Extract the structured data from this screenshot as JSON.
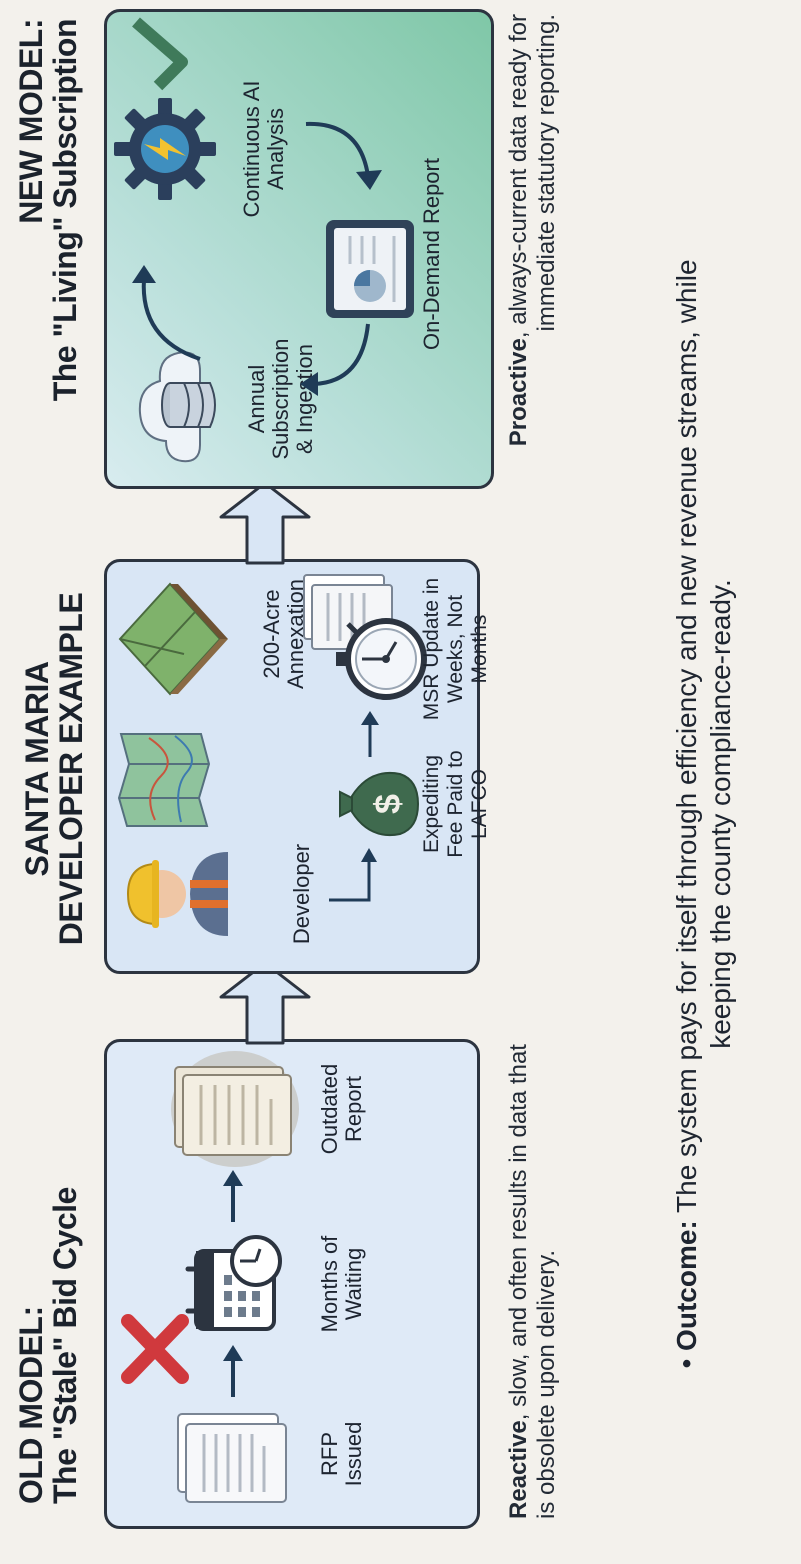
{
  "old_model": {
    "title_line1": "OLD MODEL:",
    "title_line2": "The \"Stale\" Bid Cycle",
    "steps": [
      {
        "label": "RFP Issued"
      },
      {
        "label": "Months of Waiting"
      },
      {
        "label": "Outdated Report"
      }
    ],
    "desc_bold": "Reactive",
    "desc_rest": ", slow, and often results in data that is obsolete upon delivery."
  },
  "developer": {
    "title_line1": "SANTA MARIA",
    "title_line2": "DEVELOPER EXAMPLE",
    "developer_label": "Developer",
    "annexation_label": "200-Acre Annexation",
    "fee_label": "Expediting Fee Paid to LAFCO",
    "msr_label": "MSR Update in Weeks, Not Months",
    "fee_symbol": "$"
  },
  "new_model": {
    "title_line1": "NEW MODEL:",
    "title_line2": "The \"Living\" Subscription",
    "ingestion_label": "Annual Subscription & Ingestion",
    "analysis_label": "Continuous AI Analysis",
    "report_label": "On-Demand Report",
    "desc_bold": "Proactive",
    "desc_rest": ", always-current data ready for immediate statutory reporting."
  },
  "outcome": {
    "bullet": "•",
    "label": "Outcome:",
    "text": "The system pays for itself through efficiency and new revenue streams, while keeping the county compliance-ready."
  },
  "colors": {
    "panel_old": "#dfeaf7",
    "panel_dev": "#d9e6f5",
    "panel_new_start": "#d8ecef",
    "panel_new_end": "#7fc7a7",
    "arrow_dark": "#1f3b57",
    "x_red": "#d0393d",
    "money_green": "#3f6a4e"
  },
  "icons": [
    "document-icon",
    "calendar-clock-icon",
    "outdated-report-icon",
    "red-x-icon",
    "developer-icon",
    "map-icon",
    "land-parcel-icon",
    "money-bag-icon",
    "stopwatch-icon",
    "documents-icon",
    "cloud-database-icon",
    "ai-gear-icon",
    "tablet-report-icon",
    "checkmark-icon"
  ]
}
